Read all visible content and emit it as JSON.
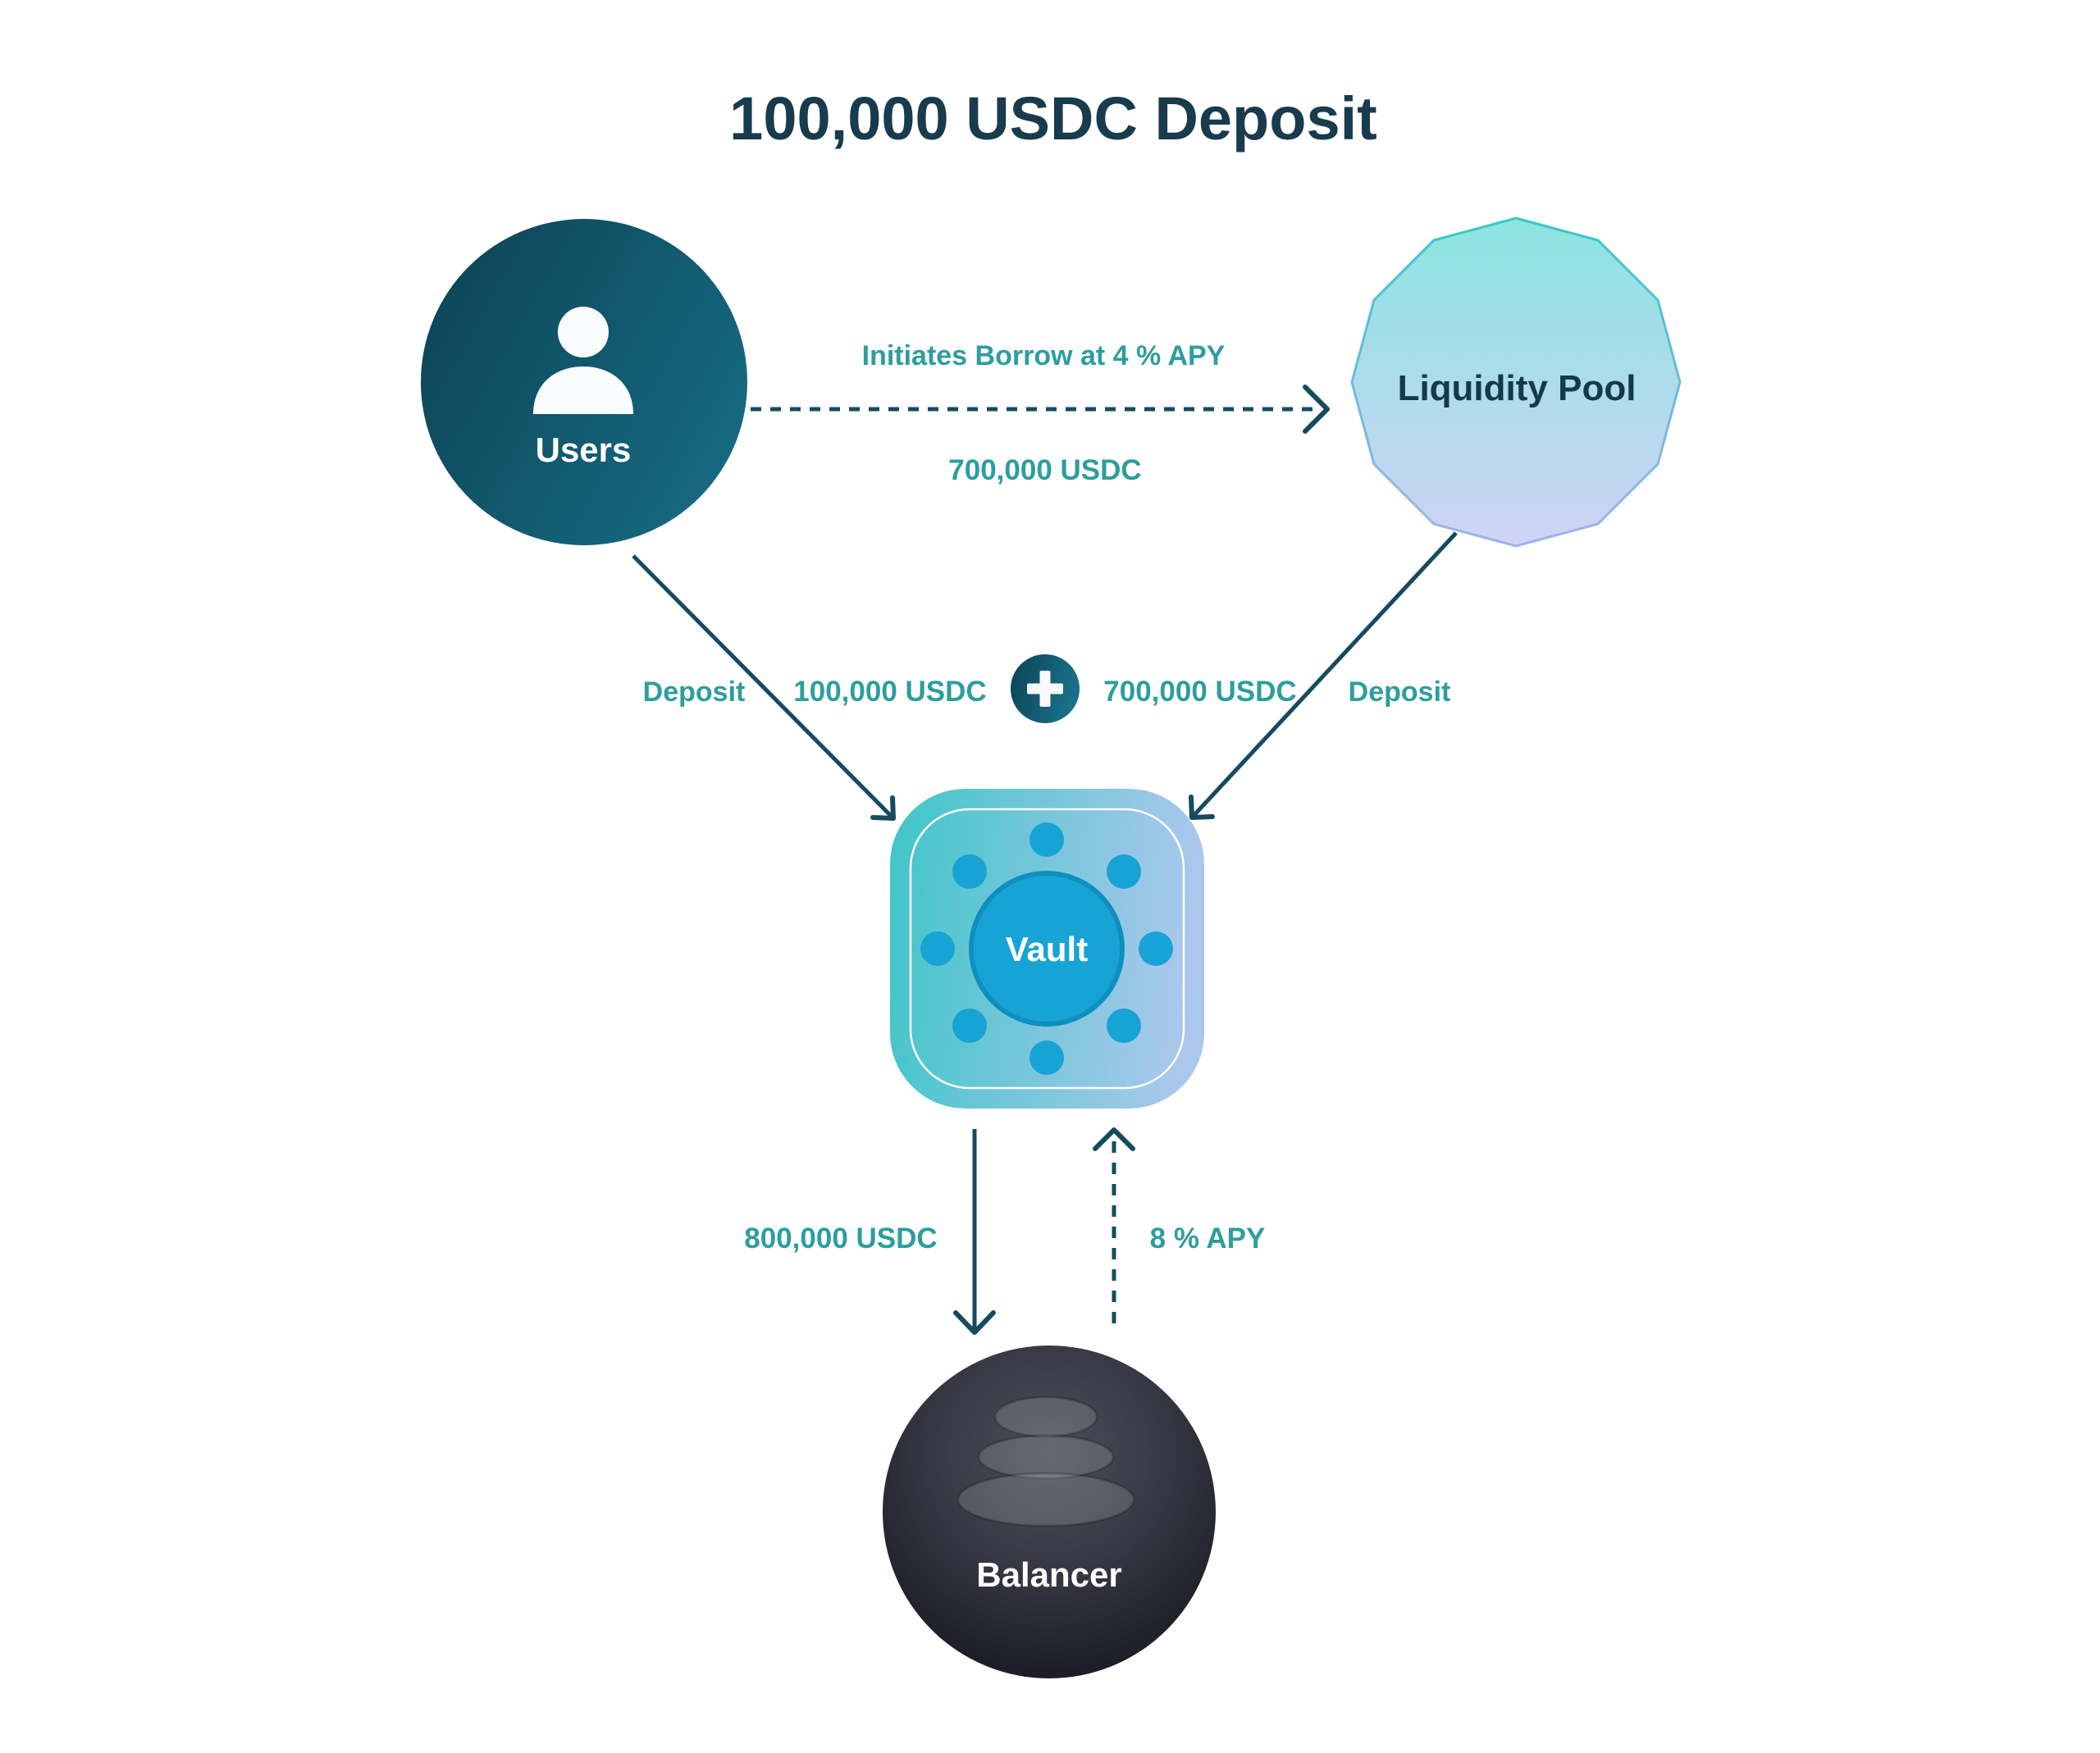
{
  "title": "100,000 USDC Deposit",
  "nodes": {
    "users": {
      "label": "Users",
      "icon": "user-icon"
    },
    "liquidity_pool": {
      "label": "Liquidity Pool",
      "shape": "dodecagon"
    },
    "vault": {
      "label": "Vault",
      "shape": "rounded-square"
    },
    "balancer": {
      "label": "Balancer",
      "icon": "balancer-logo-icon"
    }
  },
  "edges": {
    "users_to_pool": {
      "top_label": "Initiates Borrow at 4 % APY",
      "bottom_label": "700,000 USDC",
      "style": "dashed"
    },
    "users_to_vault": {
      "label": "Deposit",
      "amount": "100,000 USDC",
      "style": "solid"
    },
    "pool_to_vault": {
      "label": "Deposit",
      "amount": "700,000 USDC",
      "style": "solid"
    },
    "vault_to_balancer": {
      "label": "800,000 USDC",
      "style": "solid"
    },
    "balancer_to_vault": {
      "label": "8 % APY",
      "style": "dashed"
    },
    "combiner": {
      "icon": "plus-icon"
    }
  },
  "colors": {
    "background": "#FFFFFF",
    "title_text": "#183B4D",
    "node_label_dark": "#143A48",
    "edge_label_teal": "#2E9D9E",
    "arrow_stroke": "#164B5E",
    "users_gradient_start": "#0D4153",
    "users_gradient_end": "#15687F",
    "pool_gradient_start": "#8BE4E0",
    "pool_gradient_end": "#CFD4F6",
    "pool_border_start": "#35C7C8",
    "pool_border_end": "#9FB2EC",
    "vault_gradient_start": "#40C5C9",
    "vault_gradient_end": "#ABC8EC",
    "vault_dot": "#18A3D5",
    "vault_core": "#18A3D5",
    "vault_core_ring": "#0E8FC0",
    "plus_gradient_start": "#0C4254",
    "plus_gradient_end": "#19708A",
    "balancer_gradient_start": "#4E4E5A",
    "balancer_gradient_end": "#16161F"
  }
}
